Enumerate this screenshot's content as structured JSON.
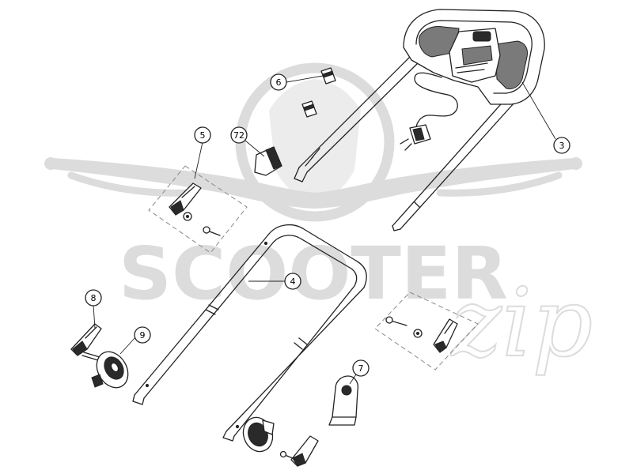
{
  "watermark": {
    "brand": "SCOOTER",
    "script": "zip",
    "color": "#dcdcdc"
  },
  "callouts": {
    "c3": "3",
    "c4": "4",
    "c5": "5",
    "c6": "6",
    "c7": "7",
    "c72": "72",
    "c8": "8",
    "c9": "9"
  },
  "colors": {
    "line": "#222222",
    "dashed_box": "#888888",
    "background": "#ffffff"
  }
}
